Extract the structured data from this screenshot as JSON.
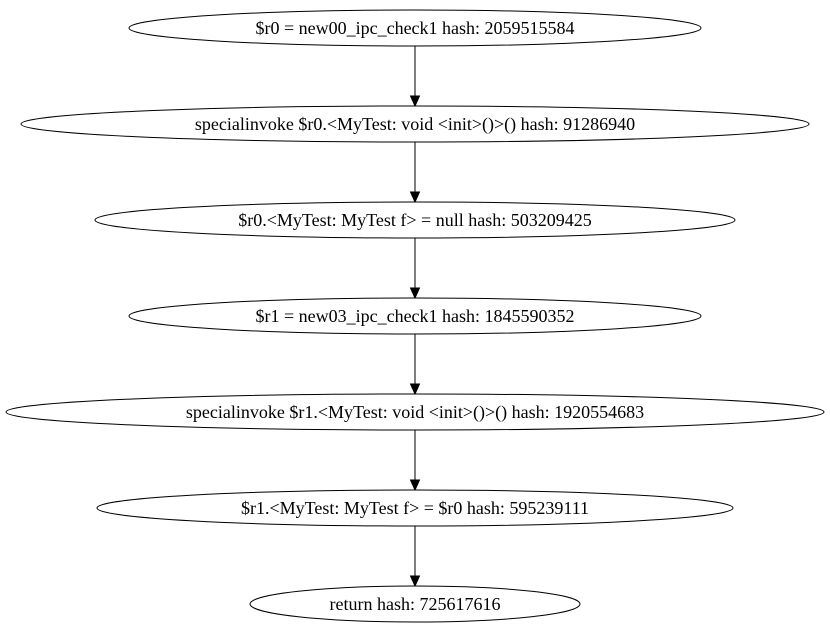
{
  "graph": {
    "nodes": [
      {
        "id": "n0",
        "label": "$r0 = new00_ipc_check1 hash: 2059515584"
      },
      {
        "id": "n1",
        "label": "specialinvoke $r0.<MyTest: void <init>()>() hash: 91286940"
      },
      {
        "id": "n2",
        "label": "$r0.<MyTest: MyTest f> = null hash: 503209425"
      },
      {
        "id": "n3",
        "label": "$r1 = new03_ipc_check1 hash: 1845590352"
      },
      {
        "id": "n4",
        "label": "specialinvoke $r1.<MyTest: void <init>()>() hash: 1920554683"
      },
      {
        "id": "n5",
        "label": "$r1.<MyTest: MyTest f> = $r0 hash: 595239111"
      },
      {
        "id": "n6",
        "label": "return hash: 725617616"
      }
    ],
    "edges": [
      {
        "from": "n0",
        "to": "n1"
      },
      {
        "from": "n1",
        "to": "n2"
      },
      {
        "from": "n2",
        "to": "n3"
      },
      {
        "from": "n3",
        "to": "n4"
      },
      {
        "from": "n4",
        "to": "n5"
      },
      {
        "from": "n5",
        "to": "n6"
      }
    ],
    "colors": {
      "background": "#ffffff",
      "stroke": "#000000",
      "text": "#000000"
    }
  }
}
